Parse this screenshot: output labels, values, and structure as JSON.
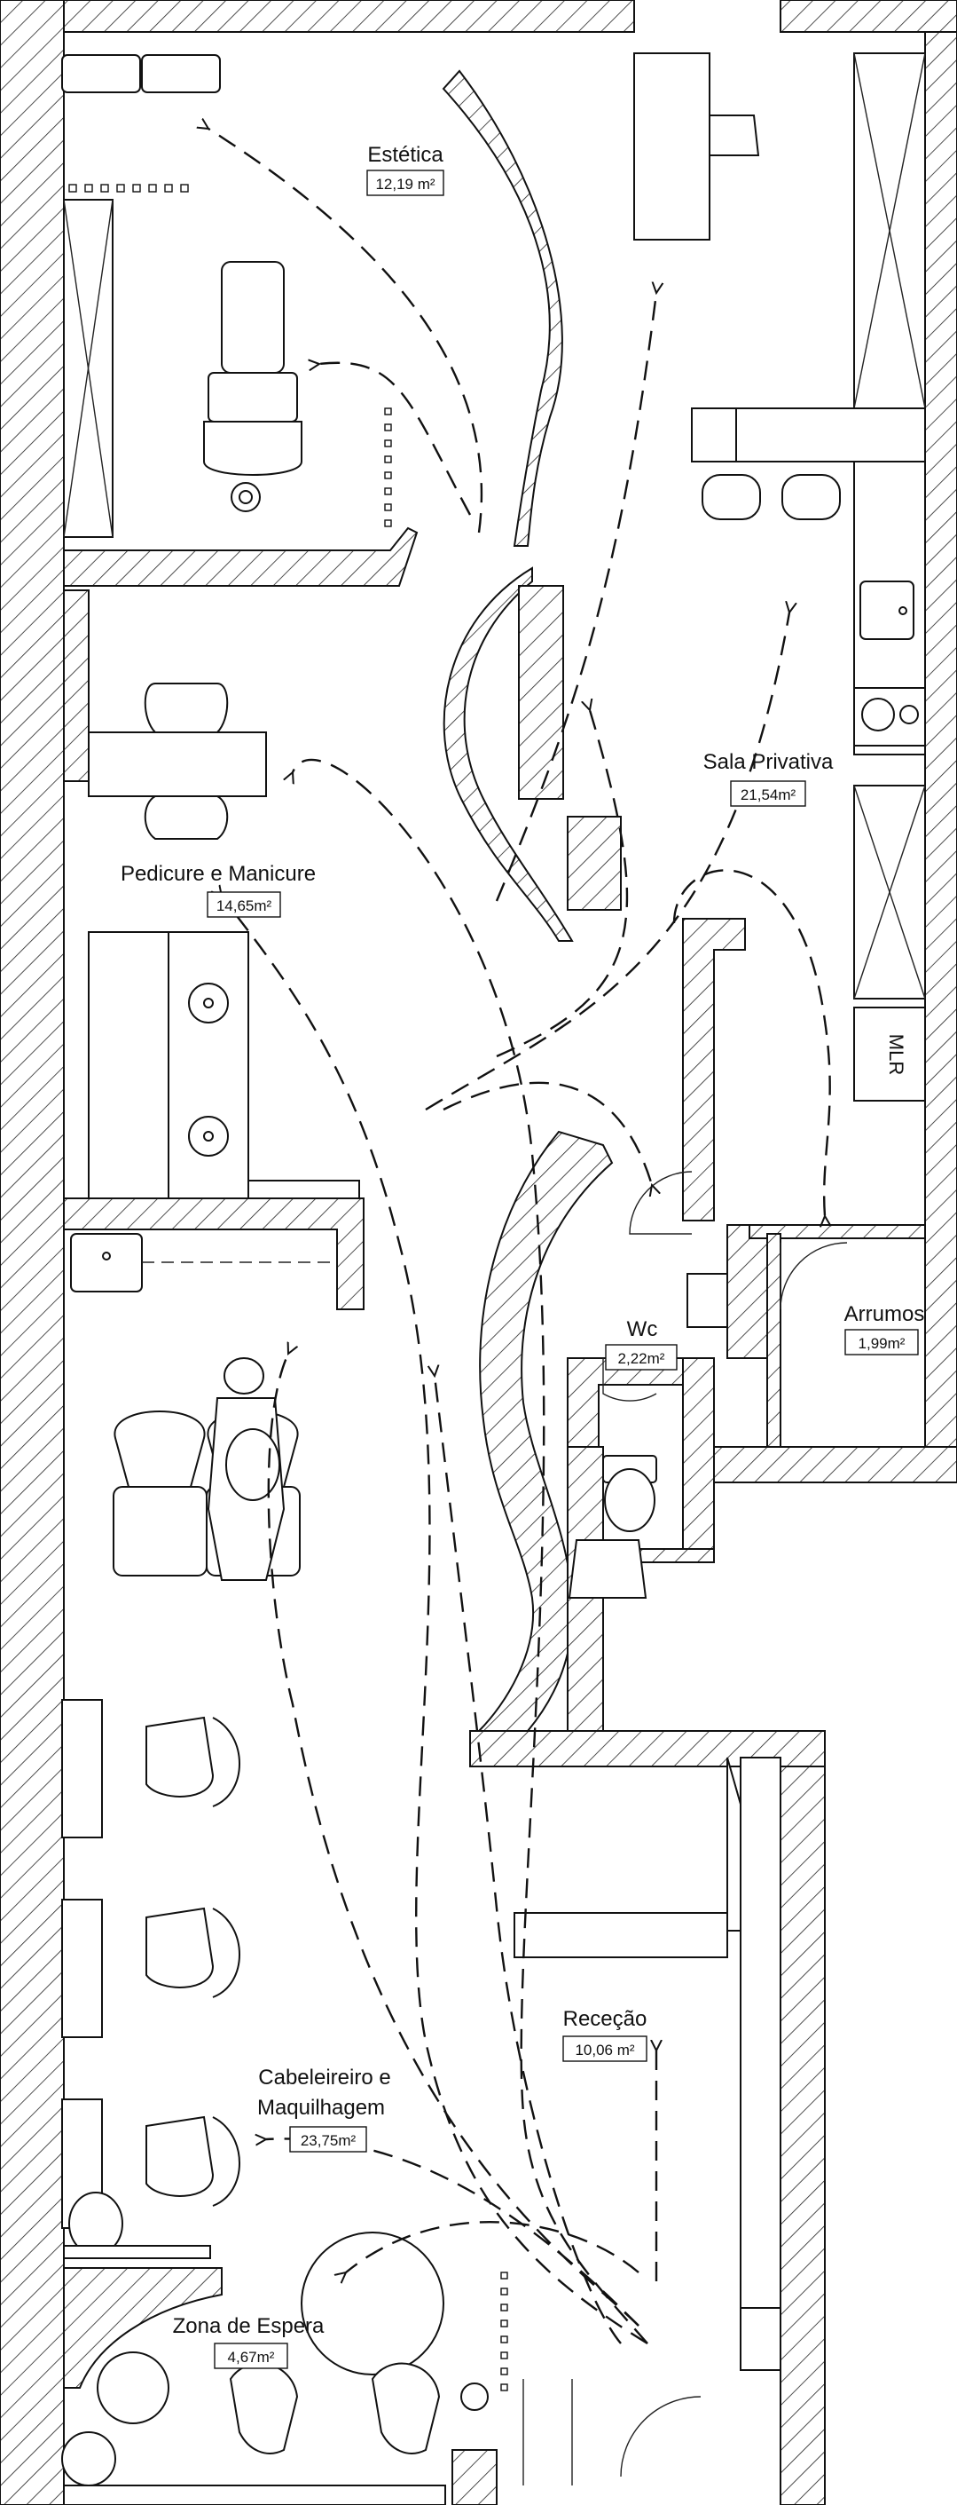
{
  "rooms": [
    {
      "id": "estetica",
      "name": "Estética",
      "area": "12,19 m²"
    },
    {
      "id": "sala-privativa",
      "name": "Sala Privativa",
      "area": "21,54m²"
    },
    {
      "id": "pedicure",
      "name": "Pedicure e Manicure",
      "area": "14,65m²"
    },
    {
      "id": "wc",
      "name": "Wc",
      "area": "2,22m²"
    },
    {
      "id": "arrumos",
      "name": "Arrumos",
      "area": "1,99m²"
    },
    {
      "id": "rececao",
      "name": "Receção",
      "area": "10,06 m²"
    },
    {
      "id": "cabeleireiro",
      "name_line1": "Cabeleireiro e",
      "name_line2": "Maquilhagem",
      "area": "23,75m²"
    },
    {
      "id": "espera",
      "name": "Zona de Espera",
      "area": "4,67m²"
    }
  ],
  "labels": {
    "mlr": "MLR"
  }
}
